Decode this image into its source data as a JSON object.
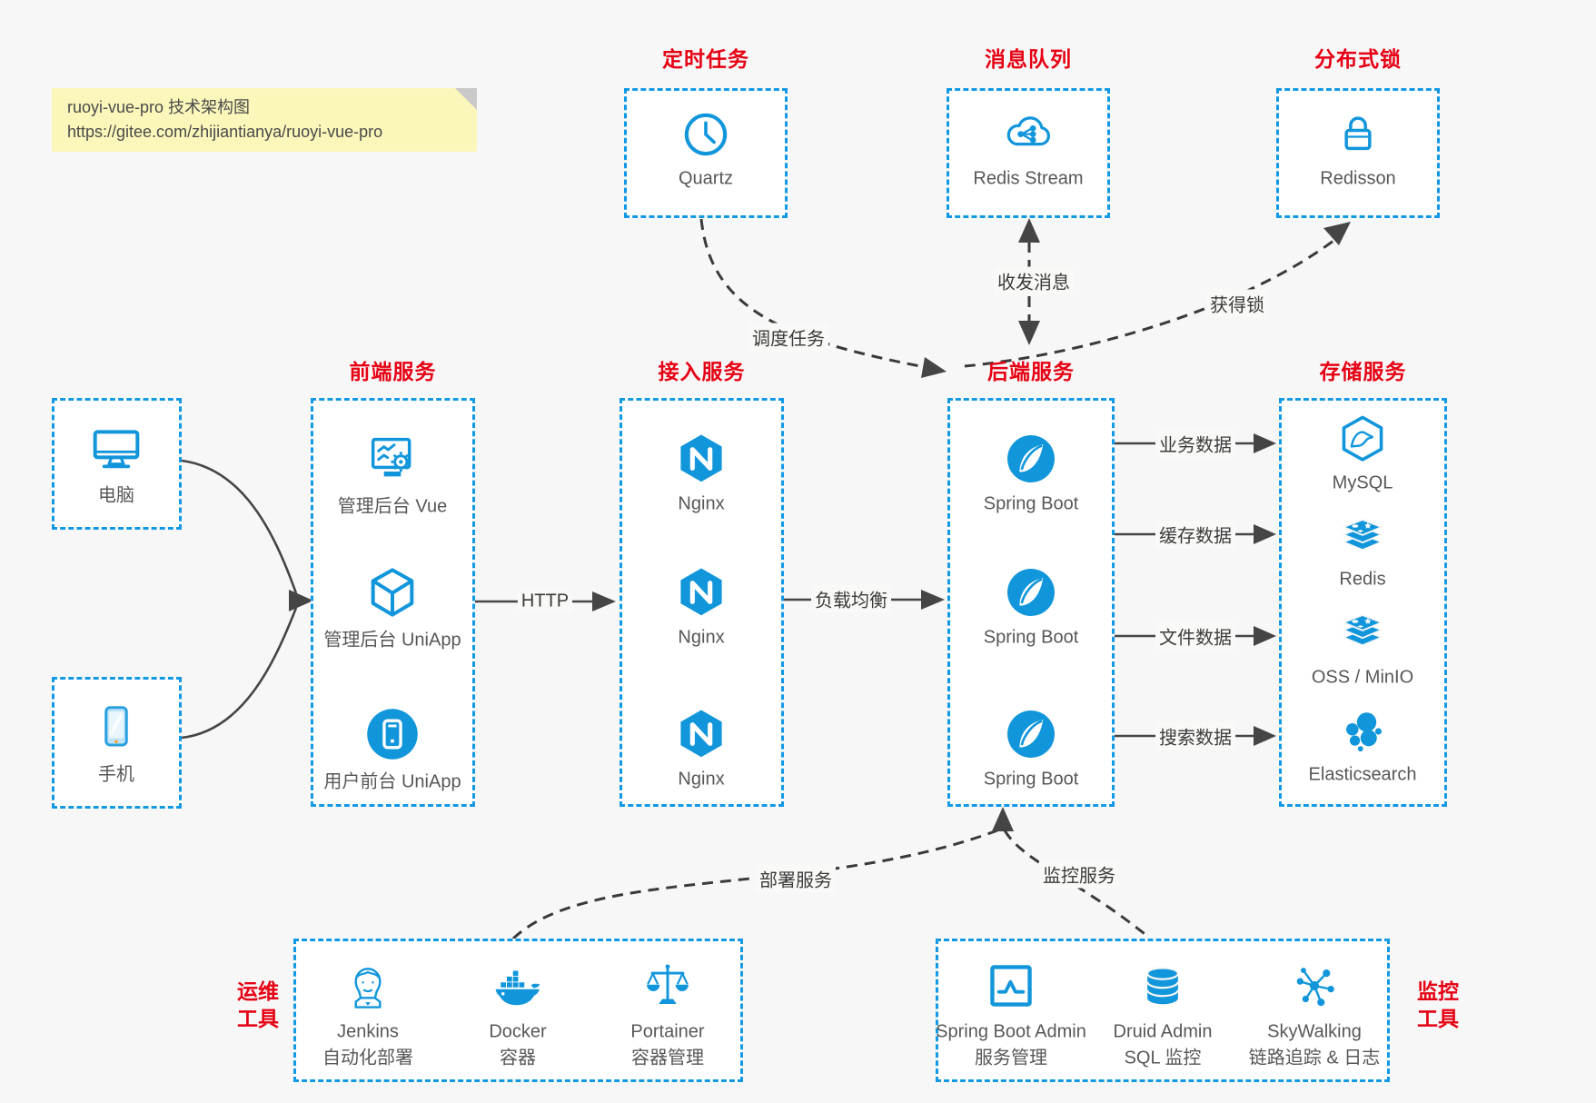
{
  "note": {
    "line1": "ruoyi-vue-pro 技术架构图",
    "line2": "https://gitee.com/zhijiantianya/ruoyi-vue-pro"
  },
  "colors": {
    "accent": "#1199e6",
    "icon_blue": "#1296db",
    "title_red": "#e60013",
    "background": "#f7f7f7"
  },
  "top_groups": [
    {
      "title": "定时任务",
      "label": "Quartz",
      "icon": "clock-icon"
    },
    {
      "title": "消息队列",
      "label": "Redis Stream",
      "icon": "cloud-stream-icon"
    },
    {
      "title": "分布式锁",
      "label": "Redisson",
      "icon": "lock-icon"
    }
  ],
  "clients": [
    {
      "label": "电脑",
      "icon": "desktop-icon"
    },
    {
      "label": "手机",
      "icon": "phone-icon"
    }
  ],
  "columns": [
    {
      "title": "前端服务",
      "items": [
        {
          "label": "管理后台 Vue",
          "icon": "admin-vue-icon"
        },
        {
          "label": "管理后台 UniApp",
          "icon": "uniapp-cube-icon"
        },
        {
          "label": "用户前台 UniApp",
          "icon": "user-app-icon"
        }
      ]
    },
    {
      "title": "接入服务",
      "items": [
        {
          "label": "Nginx",
          "icon": "nginx-icon"
        },
        {
          "label": "Nginx",
          "icon": "nginx-icon"
        },
        {
          "label": "Nginx",
          "icon": "nginx-icon"
        }
      ]
    },
    {
      "title": "后端服务",
      "items": [
        {
          "label": "Spring Boot",
          "icon": "spring-boot-icon"
        },
        {
          "label": "Spring Boot",
          "icon": "spring-boot-icon"
        },
        {
          "label": "Spring Boot",
          "icon": "spring-boot-icon"
        }
      ]
    },
    {
      "title": "存储服务",
      "items": [
        {
          "label": "MySQL",
          "icon": "mysql-icon"
        },
        {
          "label": "Redis",
          "icon": "redis-stack-icon"
        },
        {
          "label": "OSS / MinIO",
          "icon": "storage-stack-icon"
        },
        {
          "label": "Elasticsearch",
          "icon": "elasticsearch-icon"
        }
      ]
    }
  ],
  "edges": {
    "http": "HTTP",
    "load_balance": "负载均衡",
    "schedule": "调度任务",
    "messages": "收发消息",
    "lock": "获得锁",
    "deploy": "部署服务",
    "monitor": "监控服务",
    "data_labels": [
      "业务数据",
      "缓存数据",
      "文件数据",
      "搜索数据"
    ]
  },
  "bottom_groups": [
    {
      "title_line1": "运维",
      "title_line2": "工具",
      "items": [
        {
          "line1": "Jenkins",
          "line2": "自动化部署",
          "icon": "jenkins-icon"
        },
        {
          "line1": "Docker",
          "line2": "容器",
          "icon": "docker-icon"
        },
        {
          "line1": "Portainer",
          "line2": "容器管理",
          "icon": "portainer-icon"
        }
      ]
    },
    {
      "title_line1": "监控",
      "title_line2": "工具",
      "items": [
        {
          "line1": "Spring Boot Admin",
          "line2": "服务管理",
          "icon": "spring-boot-admin-icon"
        },
        {
          "line1": "Druid Admin",
          "line2": "SQL 监控",
          "icon": "druid-icon"
        },
        {
          "line1": "SkyWalking",
          "line2": "链路追踪 & 日志",
          "icon": "skywalking-icon"
        }
      ]
    }
  ]
}
